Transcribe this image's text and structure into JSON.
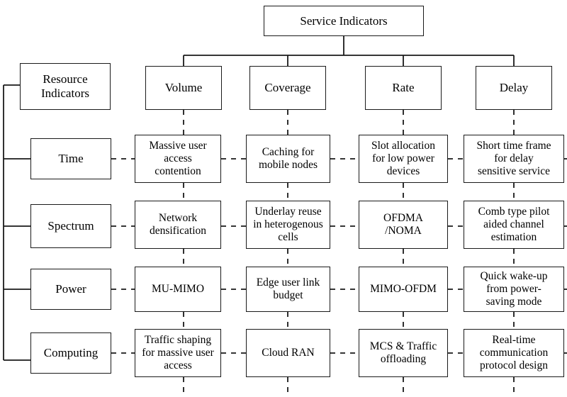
{
  "diagram": {
    "title": "Service Indicators",
    "root": {
      "label": "Service Indicators"
    },
    "resource_header": {
      "label": "Resource\nIndicators"
    },
    "columns": [
      {
        "label": "Volume"
      },
      {
        "label": "Coverage"
      },
      {
        "label": "Rate"
      },
      {
        "label": "Delay"
      }
    ],
    "rows": [
      {
        "label": "Time"
      },
      {
        "label": "Spectrum"
      },
      {
        "label": "Power"
      },
      {
        "label": "Computing"
      }
    ],
    "cells": [
      [
        "Massive user\naccess\ncontention",
        "Caching for\nmobile nodes",
        "Slot allocation\nfor low power\ndevices",
        "Short time frame\nfor delay\nsensitive service"
      ],
      [
        "Network\ndensification",
        "Underlay reuse\nin heterogenous\ncells",
        "OFDMA\n/NOMA",
        "Comb type pilot\naided channel\nestimation"
      ],
      [
        "MU-MIMO",
        "Edge user link\nbudget",
        "MIMO-OFDM",
        "Quick wake-up\nfrom power-\nsaving mode"
      ],
      [
        "Traffic shaping\nfor massive user\naccess",
        "Cloud RAN",
        "MCS & Traffic\noffloading",
        "Real-time\ncommunication\nprotocol design"
      ]
    ],
    "colors": {
      "stroke": "#1a1a1a",
      "background": "#ffffff",
      "text": "#000000"
    }
  }
}
